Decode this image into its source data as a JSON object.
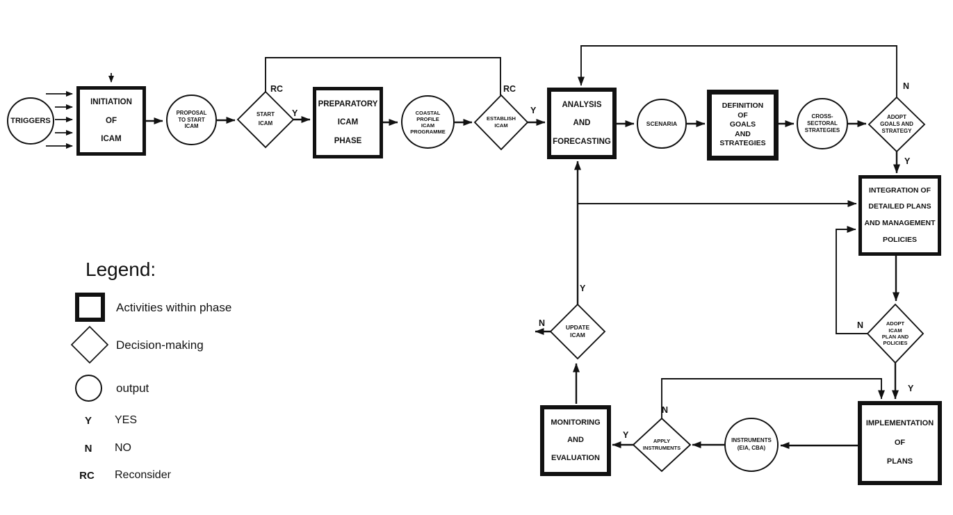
{
  "symbols": {
    "yes": "Y",
    "no": "N",
    "reconsider": "RC"
  },
  "nodes": {
    "triggers": {
      "type": "output",
      "label": "TRIGGERS"
    },
    "initiation": {
      "type": "activity",
      "label": "INITIATION\nOF\nICAM"
    },
    "proposal": {
      "type": "output",
      "label": "PROPOSAL\nTO START\nICAM"
    },
    "start_icam": {
      "type": "decision",
      "label": "START\nICAM"
    },
    "preparatory": {
      "type": "activity",
      "label": "PREPARATORY\nICAM\nPHASE"
    },
    "coastal_profile": {
      "type": "output",
      "label": "COASTAL\nPROFILE\nICAM\nPROGRAMME"
    },
    "establish_icam": {
      "type": "decision",
      "label": "ESTABLISH\nICAM"
    },
    "analysis": {
      "type": "activity",
      "label": "ANALYSIS\nAND\nFORECASTING"
    },
    "scenaria": {
      "type": "output",
      "label": "SCENARIA"
    },
    "definition": {
      "type": "activity",
      "label": "DEFINITION\nOF\nGOALS\nAND\nSTRATEGIES"
    },
    "cross_sectoral": {
      "type": "output",
      "label": "CROSS-\nSECTORAL\nSTRATEGIES"
    },
    "adopt_goals": {
      "type": "decision",
      "label": "ADOPT\nGOALS AND\nSTRATEGY"
    },
    "integration": {
      "type": "activity",
      "label": "INTEGRATION OF\nDETAILED PLANS\nAND MANAGEMENT\nPOLICIES"
    },
    "adopt_plan": {
      "type": "decision",
      "label": "ADOPT\nICAM\nPLAN AND\nPOLICIES"
    },
    "implementation": {
      "type": "activity",
      "label": "IMPLEMENTATION\nOF\nPLANS"
    },
    "instruments": {
      "type": "output",
      "label": "INSTRUMENTS\n(EIA, CBA)"
    },
    "apply_instruments": {
      "type": "decision",
      "label": "APPLY\nINSTRUMENTS"
    },
    "monitoring": {
      "type": "activity",
      "label": "MONITORING\nAND\nEVALUATION"
    },
    "update_icam": {
      "type": "decision",
      "label": "UPDATE\nICAM"
    }
  },
  "edges": [
    {
      "from": "triggers",
      "to": "initiation",
      "label": ""
    },
    {
      "from": "initiation",
      "to": "proposal",
      "label": ""
    },
    {
      "from": "proposal",
      "to": "start_icam",
      "label": ""
    },
    {
      "from": "start_icam",
      "to": "preparatory",
      "label": "Y"
    },
    {
      "from": "establish_icam",
      "to": "start_icam",
      "label": "RC"
    },
    {
      "from": "preparatory",
      "to": "coastal_profile",
      "label": ""
    },
    {
      "from": "coastal_profile",
      "to": "establish_icam",
      "label": ""
    },
    {
      "from": "establish_icam",
      "to": "analysis",
      "label": "Y"
    },
    {
      "from": "analysis",
      "to": "scenaria",
      "label": ""
    },
    {
      "from": "scenaria",
      "to": "definition",
      "label": ""
    },
    {
      "from": "definition",
      "to": "cross_sectoral",
      "label": ""
    },
    {
      "from": "cross_sectoral",
      "to": "adopt_goals",
      "label": ""
    },
    {
      "from": "adopt_goals",
      "to": "analysis",
      "label": "N"
    },
    {
      "from": "adopt_goals",
      "to": "integration",
      "label": "Y"
    },
    {
      "from": "integration",
      "to": "adopt_plan",
      "label": ""
    },
    {
      "from": "adopt_plan",
      "to": "integration",
      "label": "N"
    },
    {
      "from": "adopt_plan",
      "to": "implementation",
      "label": "Y"
    },
    {
      "from": "implementation",
      "to": "instruments",
      "label": ""
    },
    {
      "from": "instruments",
      "to": "apply_instruments",
      "label": ""
    },
    {
      "from": "apply_instruments",
      "to": "monitoring",
      "label": "Y"
    },
    {
      "from": "apply_instruments",
      "to": "implementation",
      "label": "N"
    },
    {
      "from": "monitoring",
      "to": "update_icam",
      "label": ""
    },
    {
      "from": "update_icam",
      "to": "analysis",
      "label": "Y"
    },
    {
      "from": "update_icam",
      "to": "integration",
      "label": "Y"
    },
    {
      "from": "update_icam",
      "to": "exit",
      "label": "N"
    }
  ],
  "legend": {
    "title": "Legend:",
    "shapes": [
      {
        "kind": "activity-box",
        "label": "Activities within phase"
      },
      {
        "kind": "decision-diamond",
        "label": "Decision-making"
      },
      {
        "kind": "output-circle",
        "label": "output"
      }
    ],
    "keys": [
      {
        "symbol": "Y",
        "meaning": "YES"
      },
      {
        "symbol": "N",
        "meaning": "NO"
      },
      {
        "symbol": "RC",
        "meaning": "Reconsider"
      }
    ]
  },
  "colors": {
    "ink": "#111111",
    "background": "#ffffff"
  }
}
